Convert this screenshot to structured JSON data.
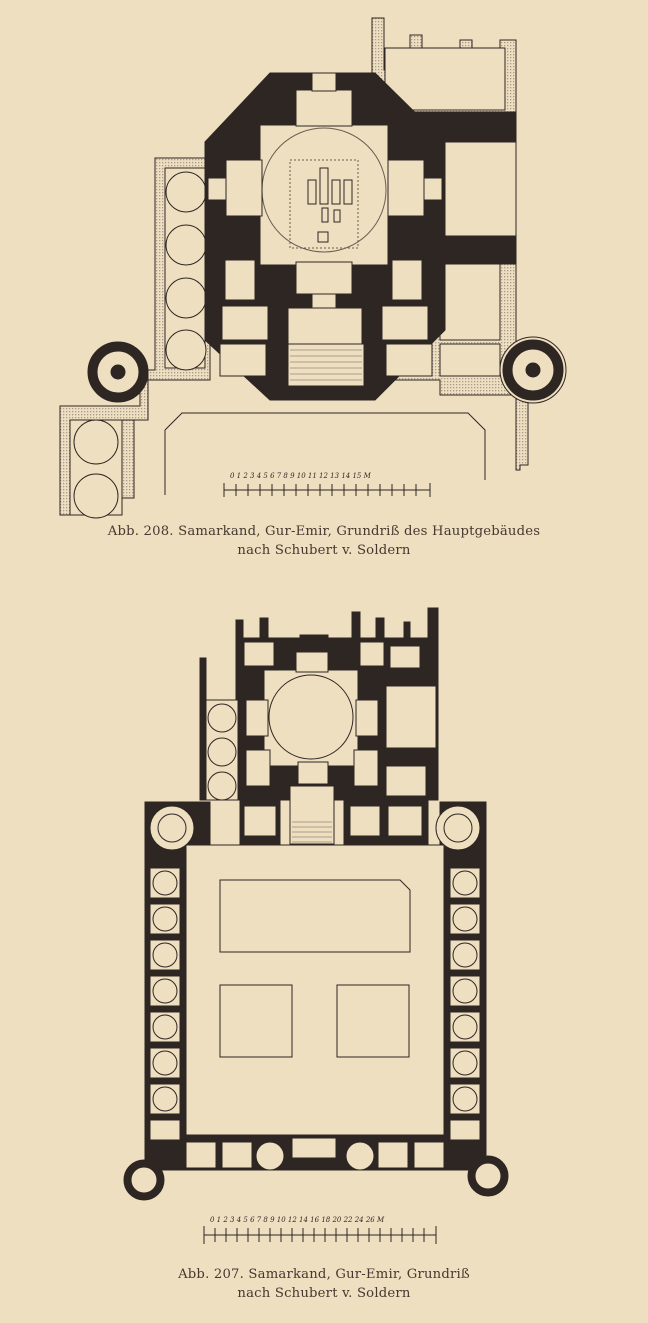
{
  "figures": [
    {
      "caption_line1": "Abb. 208.  Samarkand, Gur-Emir, Grundriß des Hauptgebäudes",
      "caption_line2": "nach Schubert v. Soldern",
      "scale_label": "0 1 2 3 4 5 6 7 8 9 10 11 12 13 14 15 M"
    },
    {
      "caption_line1": "Abb. 207.  Samarkand, Gur-Emir, Grundriß",
      "caption_line2": "nach Schubert v. Soldern",
      "scale_label": "0 1 2 3 4 5 6 7 8 9 10 12 14 16 18 20 22 24 26 M"
    }
  ],
  "colors": {
    "paper": "#efdfc1",
    "ink": "#2e2622",
    "hatch": "#a79a8a"
  }
}
